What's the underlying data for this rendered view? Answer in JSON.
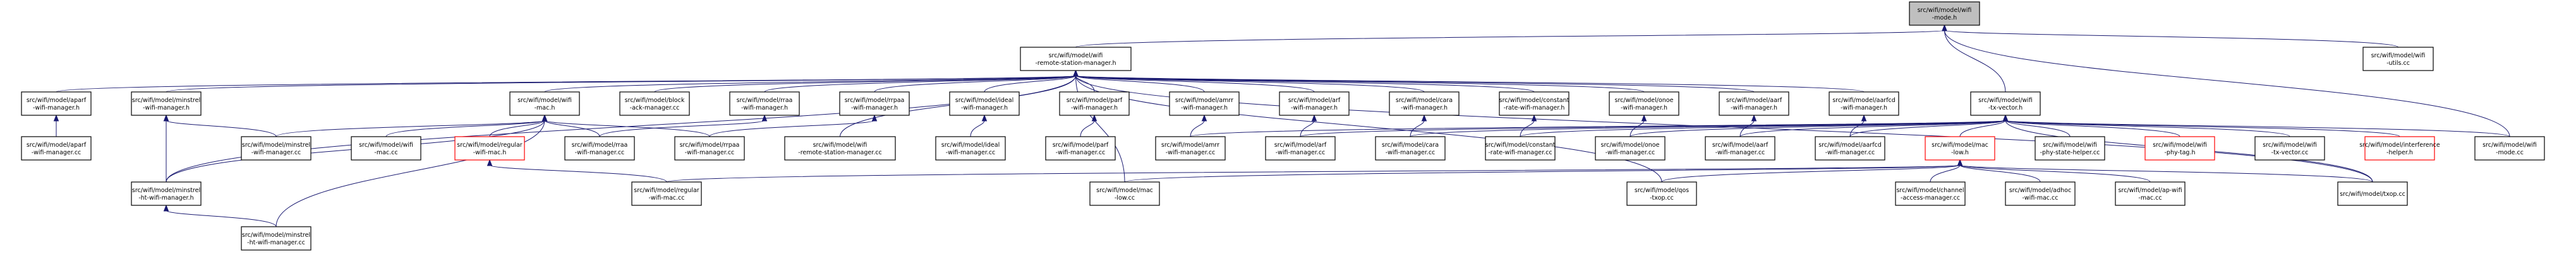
{
  "colors": {
    "edge": "#191970",
    "border_normal": "#000000",
    "border_incomplete": "#ff0000",
    "fill_normal": "#ffffff",
    "fill_highlight": "#bfbfbf"
  },
  "nodes": [
    {
      "id": "wifi_mode_h",
      "lines": [
        "src/wifi/model/wifi",
        "-mode.h"
      ],
      "style": "highlight"
    },
    {
      "id": "rsm_h",
      "lines": [
        "src/wifi/model/wifi",
        "-remote-station-manager.h"
      ],
      "style": "normal"
    },
    {
      "id": "utils_cc",
      "lines": [
        "src/wifi/model/wifi",
        "-utils.cc"
      ],
      "style": "normal"
    },
    {
      "id": "aparf_h",
      "lines": [
        "src/wifi/model/aparf",
        "-wifi-manager.h"
      ],
      "style": "normal"
    },
    {
      "id": "minstrel_h",
      "lines": [
        "src/wifi/model/minstrel",
        "-wifi-manager.h"
      ],
      "style": "normal"
    },
    {
      "id": "wifimac_h",
      "lines": [
        "src/wifi/model/wifi",
        "-mac.h"
      ],
      "style": "normal"
    },
    {
      "id": "blockack_cc",
      "lines": [
        "src/wifi/model/block",
        "-ack-manager.cc"
      ],
      "style": "normal"
    },
    {
      "id": "mpa_h",
      "lines": [
        "src/wifi/model/rraa",
        "-wifi-manager.h"
      ],
      "style": "normal"
    },
    {
      "id": "rrpaa_h",
      "lines": [
        "src/wifi/model/rrpaa",
        "-wifi-manager.h"
      ],
      "style": "normal"
    },
    {
      "id": "ideal_h",
      "lines": [
        "src/wifi/model/ideal",
        "-wifi-manager.h"
      ],
      "style": "normal"
    },
    {
      "id": "parf_h",
      "lines": [
        "src/wifi/model/parf",
        "-wifi-manager.h"
      ],
      "style": "normal"
    },
    {
      "id": "amrr_h",
      "lines": [
        "src/wifi/model/amrr",
        "-wifi-manager.h"
      ],
      "style": "normal"
    },
    {
      "id": "arf_h",
      "lines": [
        "src/wifi/model/arf",
        "-wifi-manager.h"
      ],
      "style": "normal"
    },
    {
      "id": "cara_h",
      "lines": [
        "src/wifi/model/cara",
        "-wifi-manager.h"
      ],
      "style": "normal"
    },
    {
      "id": "constant_h",
      "lines": [
        "src/wifi/model/constant",
        "-rate-wifi-manager.h"
      ],
      "style": "normal"
    },
    {
      "id": "onoe_h",
      "lines": [
        "src/wifi/model/onoe",
        "-wifi-manager.h"
      ],
      "style": "normal"
    },
    {
      "id": "aarf_h",
      "lines": [
        "src/wifi/model/aarf",
        "-wifi-manager.h"
      ],
      "style": "normal"
    },
    {
      "id": "aarfcd_h",
      "lines": [
        "src/wifi/model/aarfcd",
        "-wifi-manager.h"
      ],
      "style": "normal"
    },
    {
      "id": "txvector_h",
      "lines": [
        "src/wifi/model/wifi",
        "-tx-vector.h"
      ],
      "style": "normal"
    },
    {
      "id": "aparf_cc",
      "lines": [
        "src/wifi/model/aparf",
        "-wifi-manager.cc"
      ],
      "style": "normal"
    },
    {
      "id": "minstrelht_h",
      "lines": [
        "src/wifi/model/minstrel",
        "-ht-wifi-manager.h"
      ],
      "style": "normal"
    },
    {
      "id": "minstrel_cc",
      "lines": [
        "src/wifi/model/minstrel",
        "-wifi-manager.cc"
      ],
      "style": "normal"
    },
    {
      "id": "wifimac_cc",
      "lines": [
        "src/wifi/model/wifi",
        "-mac.cc"
      ],
      "style": "normal"
    },
    {
      "id": "regularmac_h",
      "lines": [
        "src/wifi/model/regular",
        "-wifi-mac.h"
      ],
      "style": "incomplete"
    },
    {
      "id": "rraa_cc",
      "lines": [
        "src/wifi/model/rraa",
        "-wifi-manager.cc"
      ],
      "style": "normal"
    },
    {
      "id": "rrpaa_cc",
      "lines": [
        "src/wifi/model/rrpaa",
        "-wifi-manager.cc"
      ],
      "style": "normal"
    },
    {
      "id": "rsm_cc",
      "lines": [
        "src/wifi/model/wifi",
        "-remote-station-manager.cc"
      ],
      "style": "normal"
    },
    {
      "id": "ideal_cc",
      "lines": [
        "src/wifi/model/ideal",
        "-wifi-manager.cc"
      ],
      "style": "normal"
    },
    {
      "id": "parf_cc",
      "lines": [
        "src/wifi/model/parf",
        "-wifi-manager.cc"
      ],
      "style": "normal"
    },
    {
      "id": "amrr_cc",
      "lines": [
        "src/wifi/model/amrr",
        "-wifi-manager.cc"
      ],
      "style": "normal"
    },
    {
      "id": "arf_cc",
      "lines": [
        "src/wifi/model/arf",
        "-wifi-manager.cc"
      ],
      "style": "normal"
    },
    {
      "id": "cara_cc",
      "lines": [
        "src/wifi/model/cara",
        "-wifi-manager.cc"
      ],
      "style": "normal"
    },
    {
      "id": "constant_cc",
      "lines": [
        "src/wifi/model/constant",
        "-rate-wifi-manager.cc"
      ],
      "style": "normal"
    },
    {
      "id": "onoe_cc",
      "lines": [
        "src/wifi/model/onoe",
        "-wifi-manager.cc"
      ],
      "style": "normal"
    },
    {
      "id": "aarf_cc",
      "lines": [
        "src/wifi/model/aarf",
        "-wifi-manager.cc"
      ],
      "style": "normal"
    },
    {
      "id": "aarfcd_cc",
      "lines": [
        "src/wifi/model/aarfcd",
        "-wifi-manager.cc"
      ],
      "style": "normal"
    },
    {
      "id": "maclow_h",
      "lines": [
        "src/wifi/model/mac",
        "-low.h"
      ],
      "style": "incomplete"
    },
    {
      "id": "phystate_cc",
      "lines": [
        "src/wifi/model/wifi",
        "-phy-state-helper.cc"
      ],
      "style": "normal"
    },
    {
      "id": "phytag_h",
      "lines": [
        "src/wifi/model/wifi",
        "-phy-tag.h"
      ],
      "style": "incomplete"
    },
    {
      "id": "txvector_cc",
      "lines": [
        "src/wifi/model/wifi",
        "-tx-vector.cc"
      ],
      "style": "normal"
    },
    {
      "id": "interference_h",
      "lines": [
        "src/wifi/model/interference",
        "-helper.h"
      ],
      "style": "incomplete"
    },
    {
      "id": "wifimode_cc",
      "lines": [
        "src/wifi/model/wifi",
        "-mode.cc"
      ],
      "style": "normal"
    },
    {
      "id": "minstrelht_cc",
      "lines": [
        "src/wifi/model/minstrel",
        "-ht-wifi-manager.cc"
      ],
      "style": "normal"
    },
    {
      "id": "regularmac_cc",
      "lines": [
        "src/wifi/model/regular",
        "-wifi-mac.cc"
      ],
      "style": "normal"
    },
    {
      "id": "maclow_cc",
      "lines": [
        "src/wifi/model/mac",
        "-low.cc"
      ],
      "style": "normal"
    },
    {
      "id": "qos_cc",
      "lines": [
        "src/wifi/model/qos",
        "-txop.cc"
      ],
      "style": "normal"
    },
    {
      "id": "channel_cc",
      "lines": [
        "src/wifi/model/channel",
        "-access-manager.cc"
      ],
      "style": "normal"
    },
    {
      "id": "adhoc_cc",
      "lines": [
        "src/wifi/model/adhoc",
        "-wifi-mac.cc"
      ],
      "style": "normal"
    },
    {
      "id": "ap_cc",
      "lines": [
        "src/wifi/model/ap-wifi",
        "-mac.cc"
      ],
      "style": "normal"
    },
    {
      "id": "txop_cc",
      "lines": [
        "src/wifi/model/txop.cc"
      ],
      "style": "normal"
    }
  ],
  "edges": [
    [
      "wifi_mode_h",
      "rsm_h"
    ],
    [
      "wifi_mode_h",
      "utils_cc"
    ],
    [
      "wifi_mode_h",
      "txvector_h"
    ],
    [
      "wifi_mode_h",
      "wifimode_cc"
    ],
    [
      "rsm_h",
      "aparf_h"
    ],
    [
      "rsm_h",
      "minstrel_h"
    ],
    [
      "rsm_h",
      "wifimac_h"
    ],
    [
      "rsm_h",
      "blockack_cc"
    ],
    [
      "rsm_h",
      "mpa_h"
    ],
    [
      "rsm_h",
      "rrpaa_h"
    ],
    [
      "rsm_h",
      "ideal_h"
    ],
    [
      "rsm_h",
      "parf_h"
    ],
    [
      "rsm_h",
      "amrr_h"
    ],
    [
      "rsm_h",
      "arf_h"
    ],
    [
      "rsm_h",
      "cara_h"
    ],
    [
      "rsm_h",
      "constant_h"
    ],
    [
      "rsm_h",
      "onoe_h"
    ],
    [
      "rsm_h",
      "aarf_h"
    ],
    [
      "rsm_h",
      "aarfcd_h"
    ],
    [
      "rsm_h",
      "minstrelht_h"
    ],
    [
      "rsm_h",
      "rsm_cc"
    ],
    [
      "rsm_h",
      "maclow_cc"
    ],
    [
      "rsm_h",
      "qos_cc"
    ],
    [
      "rsm_h",
      "txop_cc"
    ],
    [
      "aparf_h",
      "aparf_cc"
    ],
    [
      "minstrel_h",
      "minstrelht_h"
    ],
    [
      "minstrel_h",
      "minstrel_cc"
    ],
    [
      "minstrelht_h",
      "minstrelht_cc"
    ],
    [
      "wifimac_h",
      "minstrelht_h"
    ],
    [
      "wifimac_h",
      "wifimac_cc"
    ],
    [
      "wifimac_h",
      "regularmac_h"
    ],
    [
      "wifimac_h",
      "rraa_cc"
    ],
    [
      "wifimac_h",
      "rrpaa_cc"
    ],
    [
      "wifimac_h",
      "minstrelht_cc"
    ],
    [
      "wifimac_h",
      "minstrel_cc"
    ],
    [
      "regularmac_h",
      "regularmac_cc"
    ],
    [
      "mpa_h",
      "rraa_cc"
    ],
    [
      "rrpaa_h",
      "rrpaa_cc"
    ],
    [
      "ideal_h",
      "ideal_cc"
    ],
    [
      "parf_h",
      "parf_cc"
    ],
    [
      "amrr_h",
      "amrr_cc"
    ],
    [
      "arf_h",
      "arf_cc"
    ],
    [
      "cara_h",
      "cara_cc"
    ],
    [
      "constant_h",
      "constant_cc"
    ],
    [
      "onoe_h",
      "onoe_cc"
    ],
    [
      "aarf_h",
      "aarf_cc"
    ],
    [
      "aarfcd_h",
      "aarfcd_cc"
    ],
    [
      "txvector_h",
      "maclow_h"
    ],
    [
      "txvector_h",
      "phystate_cc"
    ],
    [
      "txvector_h",
      "phytag_h"
    ],
    [
      "txvector_h",
      "txvector_cc"
    ],
    [
      "txvector_h",
      "interference_h"
    ],
    [
      "txvector_h",
      "wifimode_cc"
    ],
    [
      "txvector_h",
      "amrr_cc"
    ],
    [
      "txvector_h",
      "arf_cc"
    ],
    [
      "txvector_h",
      "cara_cc"
    ],
    [
      "txvector_h",
      "constant_cc"
    ],
    [
      "txvector_h",
      "onoe_cc"
    ],
    [
      "txvector_h",
      "aarf_cc"
    ],
    [
      "txvector_h",
      "aarfcd_cc"
    ],
    [
      "txvector_h",
      "txop_cc"
    ],
    [
      "maclow_h",
      "regularmac_cc"
    ],
    [
      "maclow_h",
      "maclow_cc"
    ],
    [
      "maclow_h",
      "qos_cc"
    ],
    [
      "maclow_h",
      "channel_cc"
    ],
    [
      "maclow_h",
      "adhoc_cc"
    ],
    [
      "maclow_h",
      "ap_cc"
    ],
    [
      "maclow_h",
      "txop_cc"
    ]
  ]
}
